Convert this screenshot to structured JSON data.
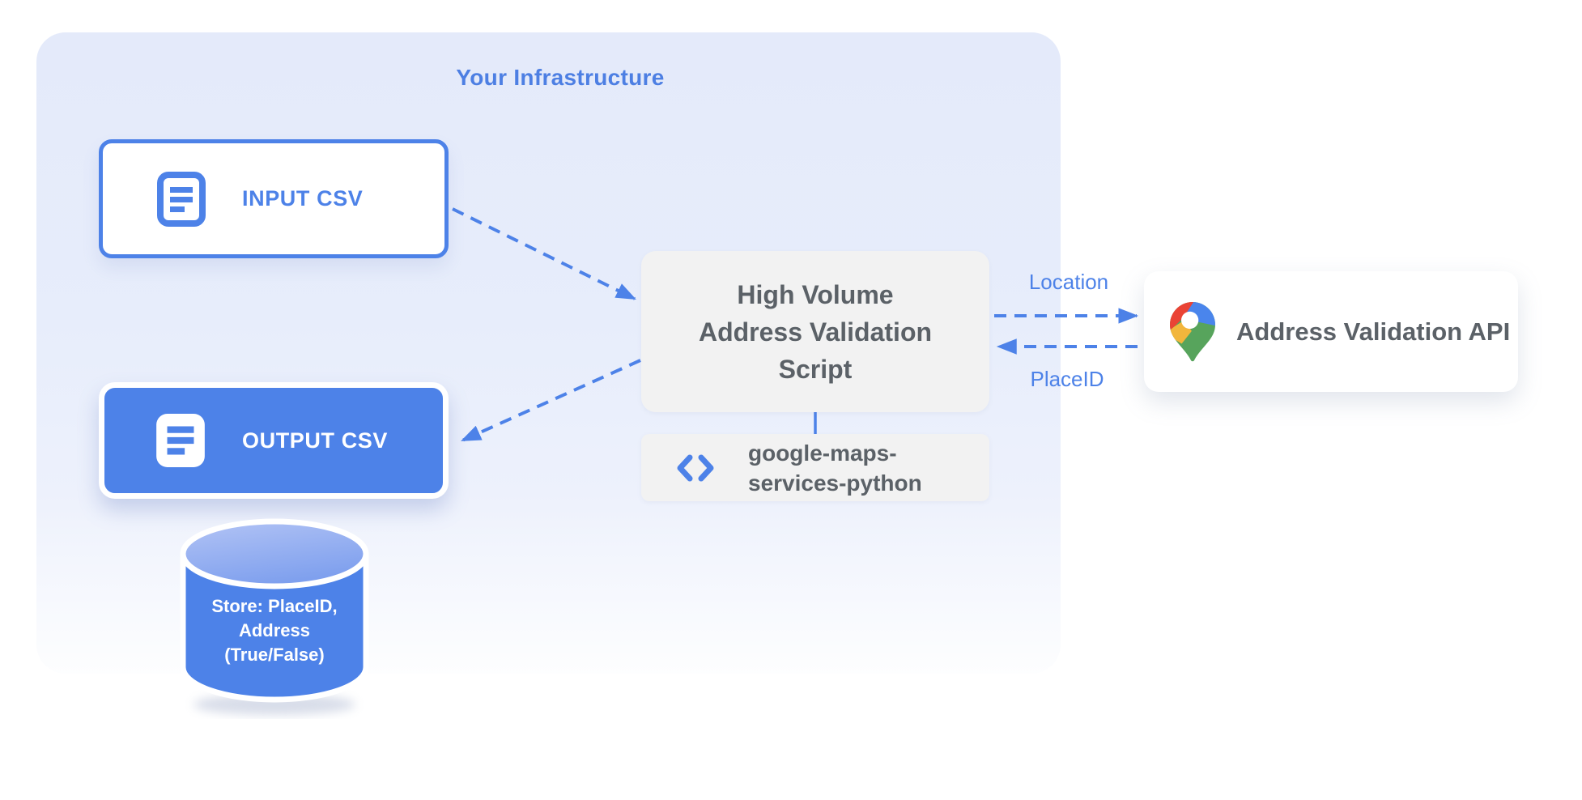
{
  "title": "Your Infrastructure",
  "nodes": {
    "input_csv": {
      "label": "INPUT CSV",
      "icon": "csv-document-icon"
    },
    "output_csv": {
      "label": "OUTPUT CSV",
      "icon": "csv-document-icon"
    },
    "datastore": {
      "label": "Store: PlaceID,\nAddress\n(True/False)"
    },
    "script": {
      "label": "High Volume\nAddress Validation\nScript"
    },
    "library": {
      "label": "google-maps-\nservices-python",
      "icon": "code-icon"
    },
    "api": {
      "label": "Address Validation API",
      "icon": "google-maps-pin-icon"
    }
  },
  "edges": [
    {
      "from": "input_csv",
      "to": "script",
      "style": "dashed",
      "label": ""
    },
    {
      "from": "script",
      "to": "output_csv",
      "style": "dashed",
      "label": ""
    },
    {
      "from": "script",
      "to": "api",
      "style": "dashed",
      "label": "Location"
    },
    {
      "from": "api",
      "to": "script",
      "style": "dashed",
      "label": "PlaceID"
    },
    {
      "from": "script",
      "to": "library",
      "style": "solid",
      "label": ""
    }
  ],
  "colors": {
    "accent_blue": "#4d82e8",
    "panel_blue": "#e6ecfa",
    "node_gray": "#f2f2f2",
    "text_gray": "#5b6167",
    "white": "#ffffff",
    "pin_red": "#EA4335",
    "pin_blue": "#4A85EC",
    "pin_yellow": "#F2B63C",
    "pin_green": "#57A45C"
  }
}
